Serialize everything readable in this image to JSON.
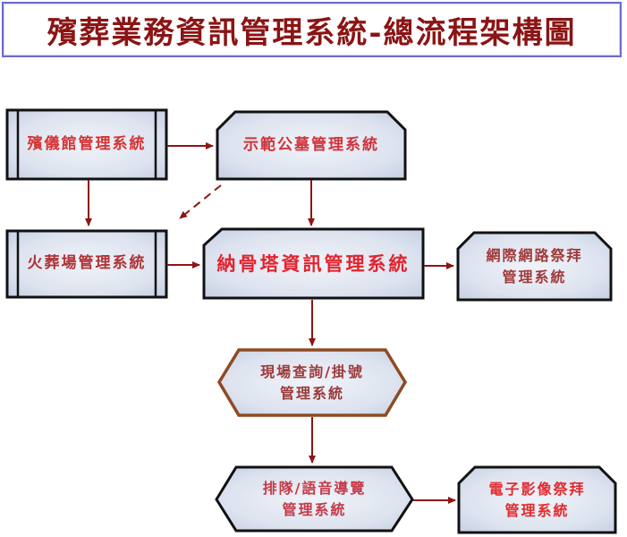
{
  "title": {
    "text": "殯葬業務資訊管理系統-總流程架構圖"
  },
  "nodes": {
    "funeral_home": {
      "label": "殯儀館管理系統",
      "shape": "predefined-process"
    },
    "demo_cemetery": {
      "label": "示範公墓管理系統",
      "shape": "clipped-rect-top-corners"
    },
    "crematorium": {
      "label": "火葬場管理系統",
      "shape": "predefined-process"
    },
    "columbarium": {
      "label": "納骨塔資訊管理系統",
      "shape": "clipped-rect-top-left"
    },
    "internet_worship": {
      "line1": "網際網路祭拜",
      "line2": "管理系統",
      "shape": "clipped-rect-top-corners"
    },
    "onsite_query": {
      "line1": "現場查詢/掛號",
      "line2": "管理系統",
      "shape": "hexagon"
    },
    "queue_voice": {
      "line1": "排隊/語音導覽",
      "line2": "管理系統",
      "shape": "hexagon"
    },
    "e_image_worship": {
      "line1": "電子影像祭拜",
      "line2": "管理系統",
      "shape": "clipped-rect-top-corners"
    }
  },
  "edges": [
    {
      "from": "funeral_home",
      "to": "demo_cemetery",
      "style": "solid"
    },
    {
      "from": "funeral_home",
      "to": "crematorium",
      "style": "solid"
    },
    {
      "from": "demo_cemetery",
      "to": "columbarium",
      "style": "solid"
    },
    {
      "from": "demo_cemetery",
      "to": "crematorium",
      "style": "dashed"
    },
    {
      "from": "crematorium",
      "to": "columbarium",
      "style": "solid"
    },
    {
      "from": "columbarium",
      "to": "internet_worship",
      "style": "solid"
    },
    {
      "from": "columbarium",
      "to": "onsite_query",
      "style": "solid"
    },
    {
      "from": "onsite_query",
      "to": "queue_voice",
      "style": "solid"
    },
    {
      "from": "queue_voice",
      "to": "e_image_worship",
      "style": "solid"
    }
  ],
  "colors": {
    "title_border": "#6a6ad0",
    "title_text": "#8b1414",
    "node_fill_center": "#eef1f8",
    "node_fill_edge": "#c2cbe0",
    "node_border": "#111111",
    "hexagon_brown_border": "#8f4a22",
    "arrow": "#8e1515",
    "bright_red_text": "#e3232e",
    "dark_red_text": "#9c3a3a"
  }
}
